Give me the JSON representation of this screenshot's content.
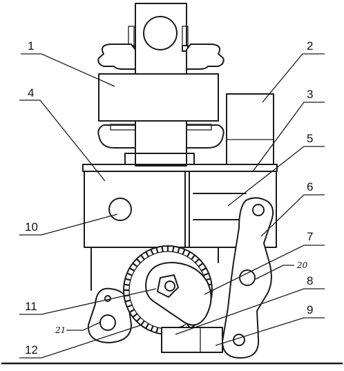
{
  "labels": {
    "l1": "1",
    "l2": "2",
    "l3": "3",
    "l4": "4",
    "l5": "5",
    "l6": "6",
    "l7": "7",
    "l8": "8",
    "l9": "9",
    "l10": "10",
    "l11": "11",
    "l12": "12",
    "l20": "20",
    "l21": "21"
  }
}
